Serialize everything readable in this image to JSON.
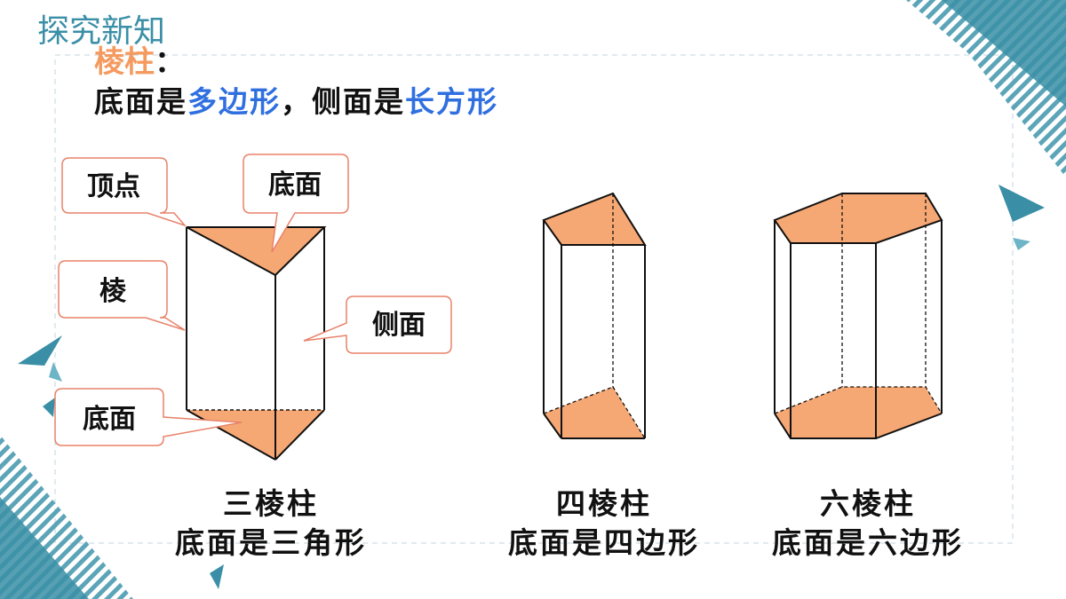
{
  "section_title": "探究新知",
  "heading": {
    "term": "棱柱",
    "colon": "："
  },
  "definition": {
    "part1": "底面是",
    "highlight1": "多边形",
    "part2": "，侧面是",
    "highlight2": "长方形"
  },
  "callouts": {
    "vertex": "顶点",
    "top_base": "底面",
    "edge": "棱",
    "lateral_face": "侧面",
    "bottom_base": "底面"
  },
  "prisms": [
    {
      "name": "三棱柱",
      "description": "底面是三角形"
    },
    {
      "name": "四棱柱",
      "description": "底面是四边形"
    },
    {
      "name": "六棱柱",
      "description": "底面是六边形"
    }
  ],
  "colors": {
    "base_fill": "#f6a874",
    "highlight_blue": "#2f6fe0",
    "term_orange": "#f59a5f",
    "callout_border": "#e8826a",
    "teal_decor": "#3a8fa6"
  }
}
